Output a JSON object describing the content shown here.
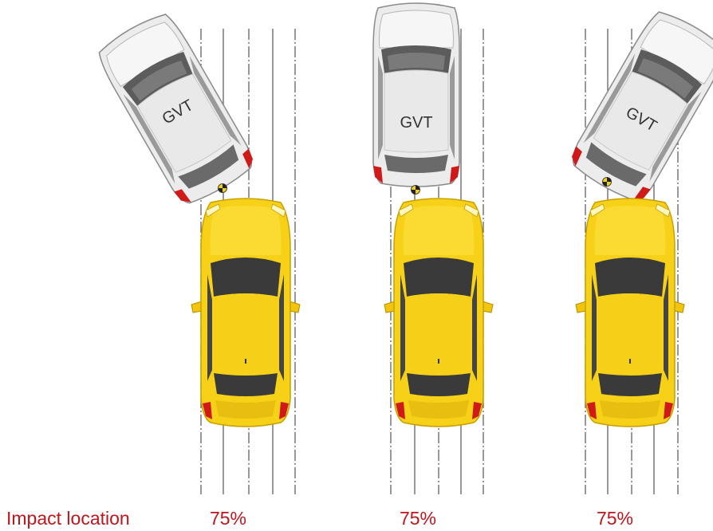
{
  "labels": {
    "impact_location": "Impact location"
  },
  "colors": {
    "accent_red": "#c0151c",
    "vehicle_under_test": "#f7d117",
    "target_vehicle_body": "#ebebeb",
    "lane_lines": "#555555"
  },
  "scenarios": [
    {
      "target_label": "GVT",
      "target_orientation": "angled-from-left",
      "impact_percent": "75%"
    },
    {
      "target_label": "GVT",
      "target_orientation": "straight",
      "impact_percent": "75%"
    },
    {
      "target_label": "GVT",
      "target_orientation": "angled-from-right",
      "impact_percent": "75%"
    }
  ],
  "icons": [
    "impact-point-marker-icon"
  ]
}
